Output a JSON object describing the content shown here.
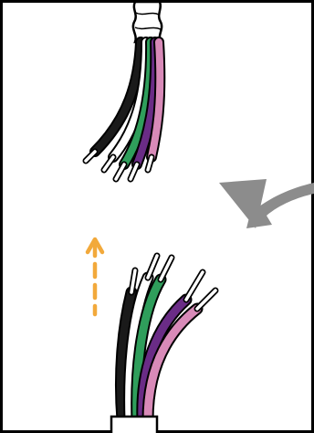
{
  "diagram": {
    "colors": {
      "frame": "#000000",
      "background": "#ffffff",
      "black_wire": "#1a1a1a",
      "white_wire": "#ffffff",
      "green_wire": "#2f9e5b",
      "purple_wire": "#6a2c86",
      "pink_wire": "#d88ab8",
      "conductor": "#ffffff",
      "dashed_arrow": "#f2a93b",
      "curved_arrow": "#8c8c8c",
      "cable_jacket": "#ffffff"
    },
    "wire_colors_order": [
      "black",
      "white",
      "green",
      "purple",
      "pink"
    ],
    "icons": [
      "stripped-wire-bundle-top",
      "stripped-wire-bundle-bottom",
      "up-arrow-dashed-icon",
      "curved-arrow-icon"
    ]
  }
}
